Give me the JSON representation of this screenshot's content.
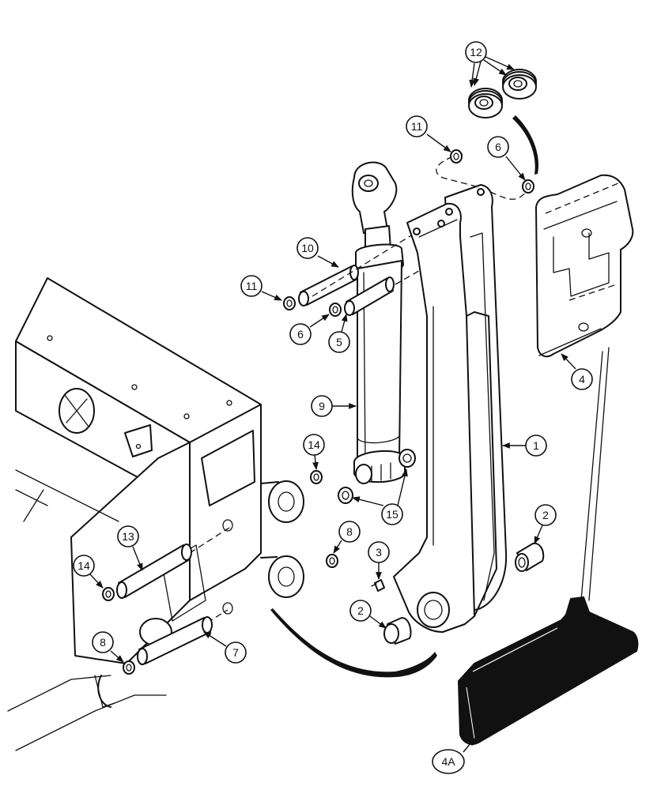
{
  "callouts": {
    "c1": "1",
    "c2a": "2",
    "c2b": "2",
    "c3": "3",
    "c4": "4",
    "c4a": "4A",
    "c5": "5",
    "c6a": "6",
    "c6b": "6",
    "c7": "7",
    "c8a": "8",
    "c8b": "8",
    "c9": "9",
    "c10": "10",
    "c11a": "11",
    "c11b": "11",
    "c12": "12",
    "c13": "13",
    "c14a": "14",
    "c14b": "14",
    "c15": "15"
  }
}
